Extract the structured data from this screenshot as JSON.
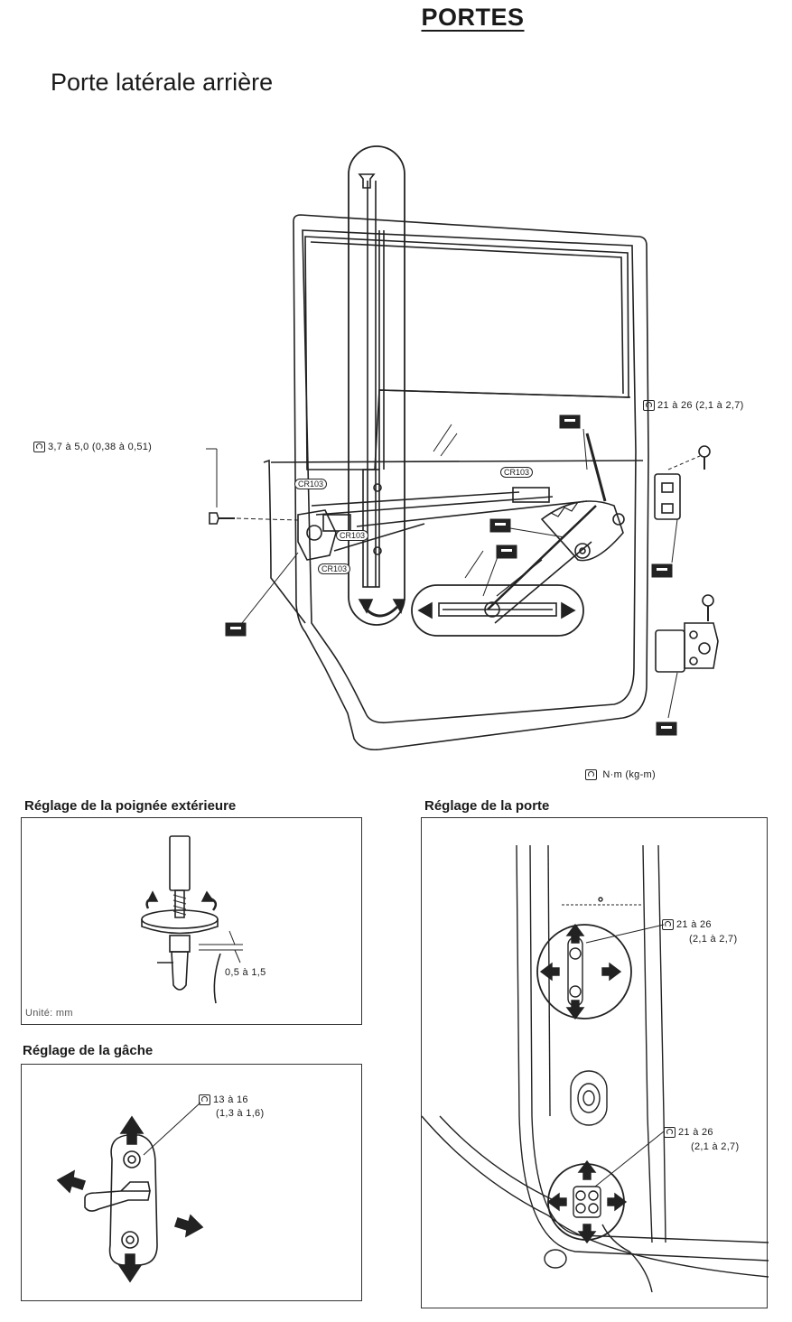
{
  "header": {
    "title": "PORTES",
    "section_title": "Porte latérale arrière"
  },
  "main_diagram": {
    "torque_left": "3,7 à 5,0 (0,38 à 0,51)",
    "torque_right": "21 à 26 (2,1 à 2,7)",
    "cr_labels": [
      "CR103",
      "CR103",
      "CR103",
      "CR103"
    ],
    "unit_legend": "N·m (kg-m)"
  },
  "panels": {
    "handle": {
      "title": "Réglage de la poignée extérieure",
      "gap": "0,5 à 1,5",
      "unit": "Unité: mm"
    },
    "striker": {
      "title": "Réglage de la gâche",
      "torque_line1": "13 à 16",
      "torque_line2": "(1,3 à 1,6)"
    },
    "door": {
      "title": "Réglage de la porte",
      "upper_torque_line1": "21 à 26",
      "upper_torque_line2": "(2,1 à 2,7)",
      "lower_torque_line1": "21 à 26",
      "lower_torque_line2": "(2,1 à 2,7)"
    }
  },
  "icons": [
    "torque-wrench-icon",
    "grease-point-icon",
    "arrow-icon"
  ]
}
